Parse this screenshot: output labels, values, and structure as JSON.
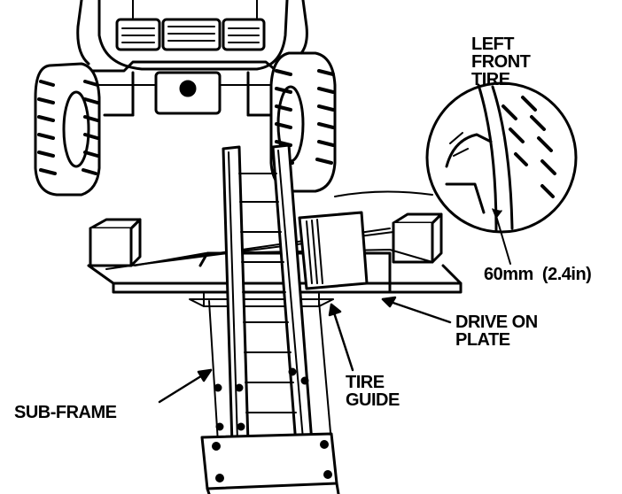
{
  "labels": {
    "left_front_tire": [
      "LEFT",
      "FRONT",
      "TIRE"
    ],
    "measurement": "60mm  (2.4in)",
    "drive_on_plate": [
      "DRIVE ON",
      "PLATE"
    ],
    "tire_guide": [
      "TIRE",
      "GUIDE"
    ],
    "sub_frame": "SUB-FRAME"
  },
  "colors": {
    "ink": "#000000",
    "paper": "#ffffff"
  }
}
